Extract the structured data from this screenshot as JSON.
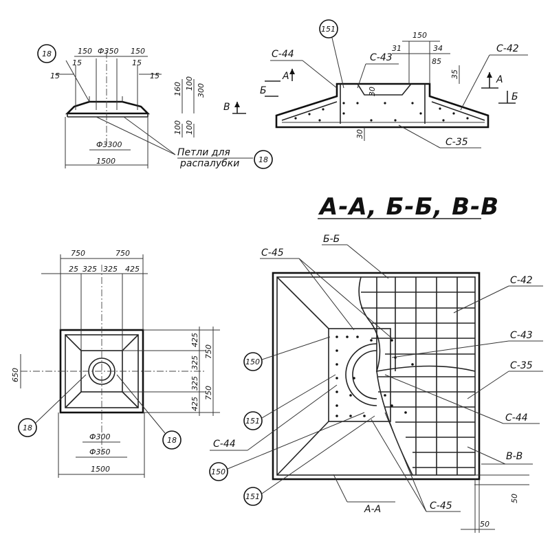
{
  "title": "А-А, Б-Б, В-В",
  "section_label_bb": "Б-Б",
  "section_label_vv": "В-В",
  "section_label_aa": "А-А",
  "cut_mark_a": "А",
  "cut_mark_b": "Б",
  "cut_mark_v": "В",
  "note_loops_line1": "Петли для",
  "note_loops_line2": "распалубки",
  "callouts": {
    "c18": "18",
    "c150": "150",
    "c151": "151"
  },
  "marks": {
    "c35": "С-35",
    "c42": "С-42",
    "c43": "С-43",
    "c44": "С-44",
    "c45": "С-45"
  },
  "dims_top_left": {
    "d150a": "150",
    "d350": "Ф350",
    "d150b": "150",
    "d15a": "15",
    "d15b": "15",
    "d15c": "15",
    "d15d": "15",
    "d160": "160",
    "d100a": "100",
    "d300": "300",
    "d100b": "100",
    "d100c": "100",
    "d3300": "Ф3300",
    "d1500": "1500"
  },
  "dims_top_right": {
    "d150": "150",
    "d31": "31",
    "d34": "34",
    "d85": "85",
    "d35": "35",
    "d30a": "30",
    "d30b": "30"
  },
  "dims_plan": {
    "d750a": "750",
    "d750b": "750",
    "d25": "25",
    "d325a": "325",
    "d325b": "325",
    "d425": "425",
    "d650": "650",
    "r425a": "425",
    "r750a": "750",
    "r325a": "325",
    "r325b": "325",
    "r750b": "750",
    "r425b": "425",
    "d300": "Ф300",
    "d350": "Ф350",
    "d1500": "1500"
  },
  "dims_section": {
    "d50a": "50",
    "d50b": "50"
  }
}
